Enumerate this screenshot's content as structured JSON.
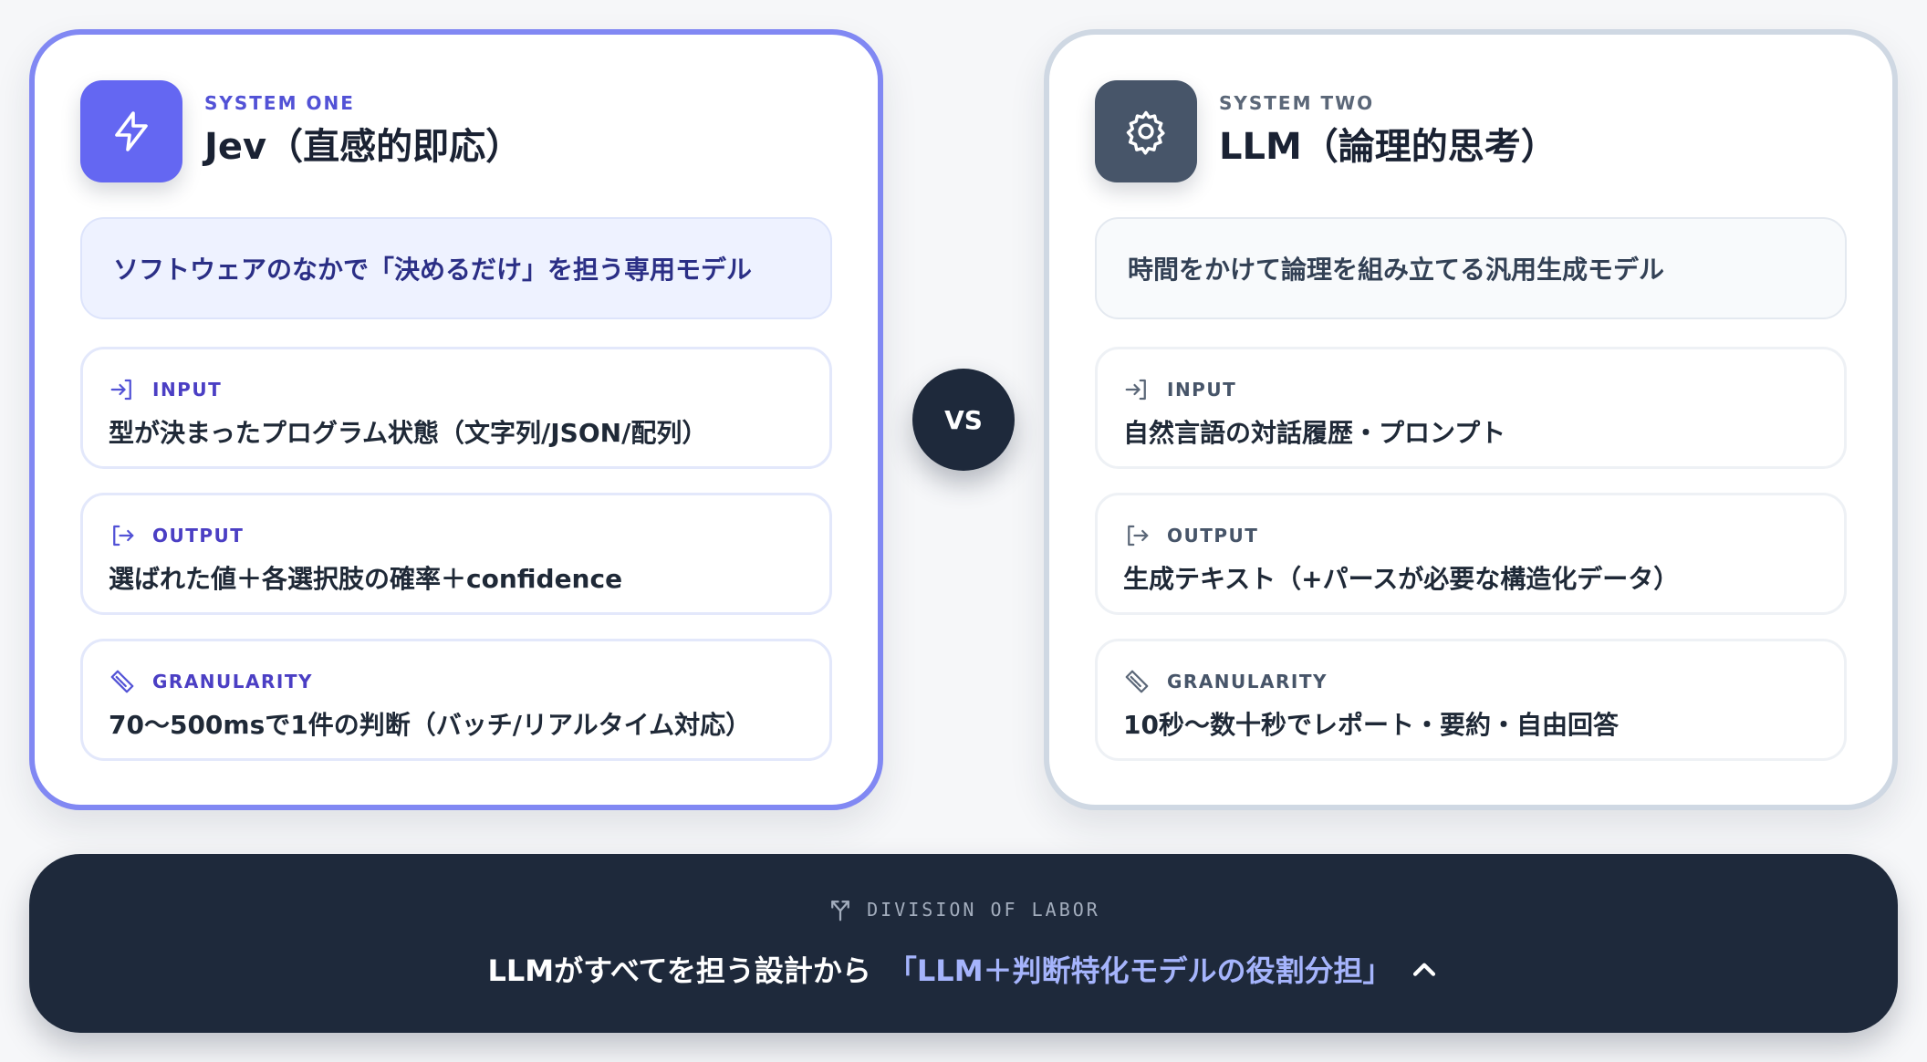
{
  "system_one": {
    "eyebrow": "SYSTEM ONE",
    "title": "Jev（直感的即応）",
    "icon": "lightning-icon",
    "tagline": "ソフトウェアのなかで「決めるだけ」を担う専用モデル",
    "rows": [
      {
        "label": "INPUT",
        "icon": "login-arrow-icon",
        "value": "型が決まったプログラム状態（文字列/JSON/配列）"
      },
      {
        "label": "OUTPUT",
        "icon": "logout-arrow-icon",
        "value": "選ばれた値＋各選択肢の確率＋confidence"
      },
      {
        "label": "GRANULARITY",
        "icon": "ruler-icon",
        "value": "70〜500msで1件の判断（バッチ/リアルタイム対応）"
      }
    ]
  },
  "vs_label": "VS",
  "system_two": {
    "eyebrow": "SYSTEM TWO",
    "title": "LLM（論理的思考）",
    "icon": "gear-icon",
    "tagline": "時間をかけて論理を組み立てる汎用生成モデル",
    "rows": [
      {
        "label": "INPUT",
        "icon": "login-arrow-icon",
        "value": "自然言語の対話履歴・プロンプト"
      },
      {
        "label": "OUTPUT",
        "icon": "logout-arrow-icon",
        "value": "生成テキスト（+パースが必要な構造化データ）"
      },
      {
        "label": "GRANULARITY",
        "icon": "ruler-icon",
        "value": "10秒〜数十秒でレポート・要約・自由回答"
      }
    ]
  },
  "footer": {
    "eyebrow": "DIVISION OF LABOR",
    "icon": "split-arrow-icon",
    "plain": "LLMがすべてを担う設計から",
    "accent": "「LLM＋判断特化モデルの役割分担」",
    "trailing_icon": "chevron-up-icon"
  },
  "colors": {
    "accent": "#6467f2",
    "neutral": "#475569",
    "dark": "#1e293b",
    "highlight": "#a5b4fc"
  }
}
